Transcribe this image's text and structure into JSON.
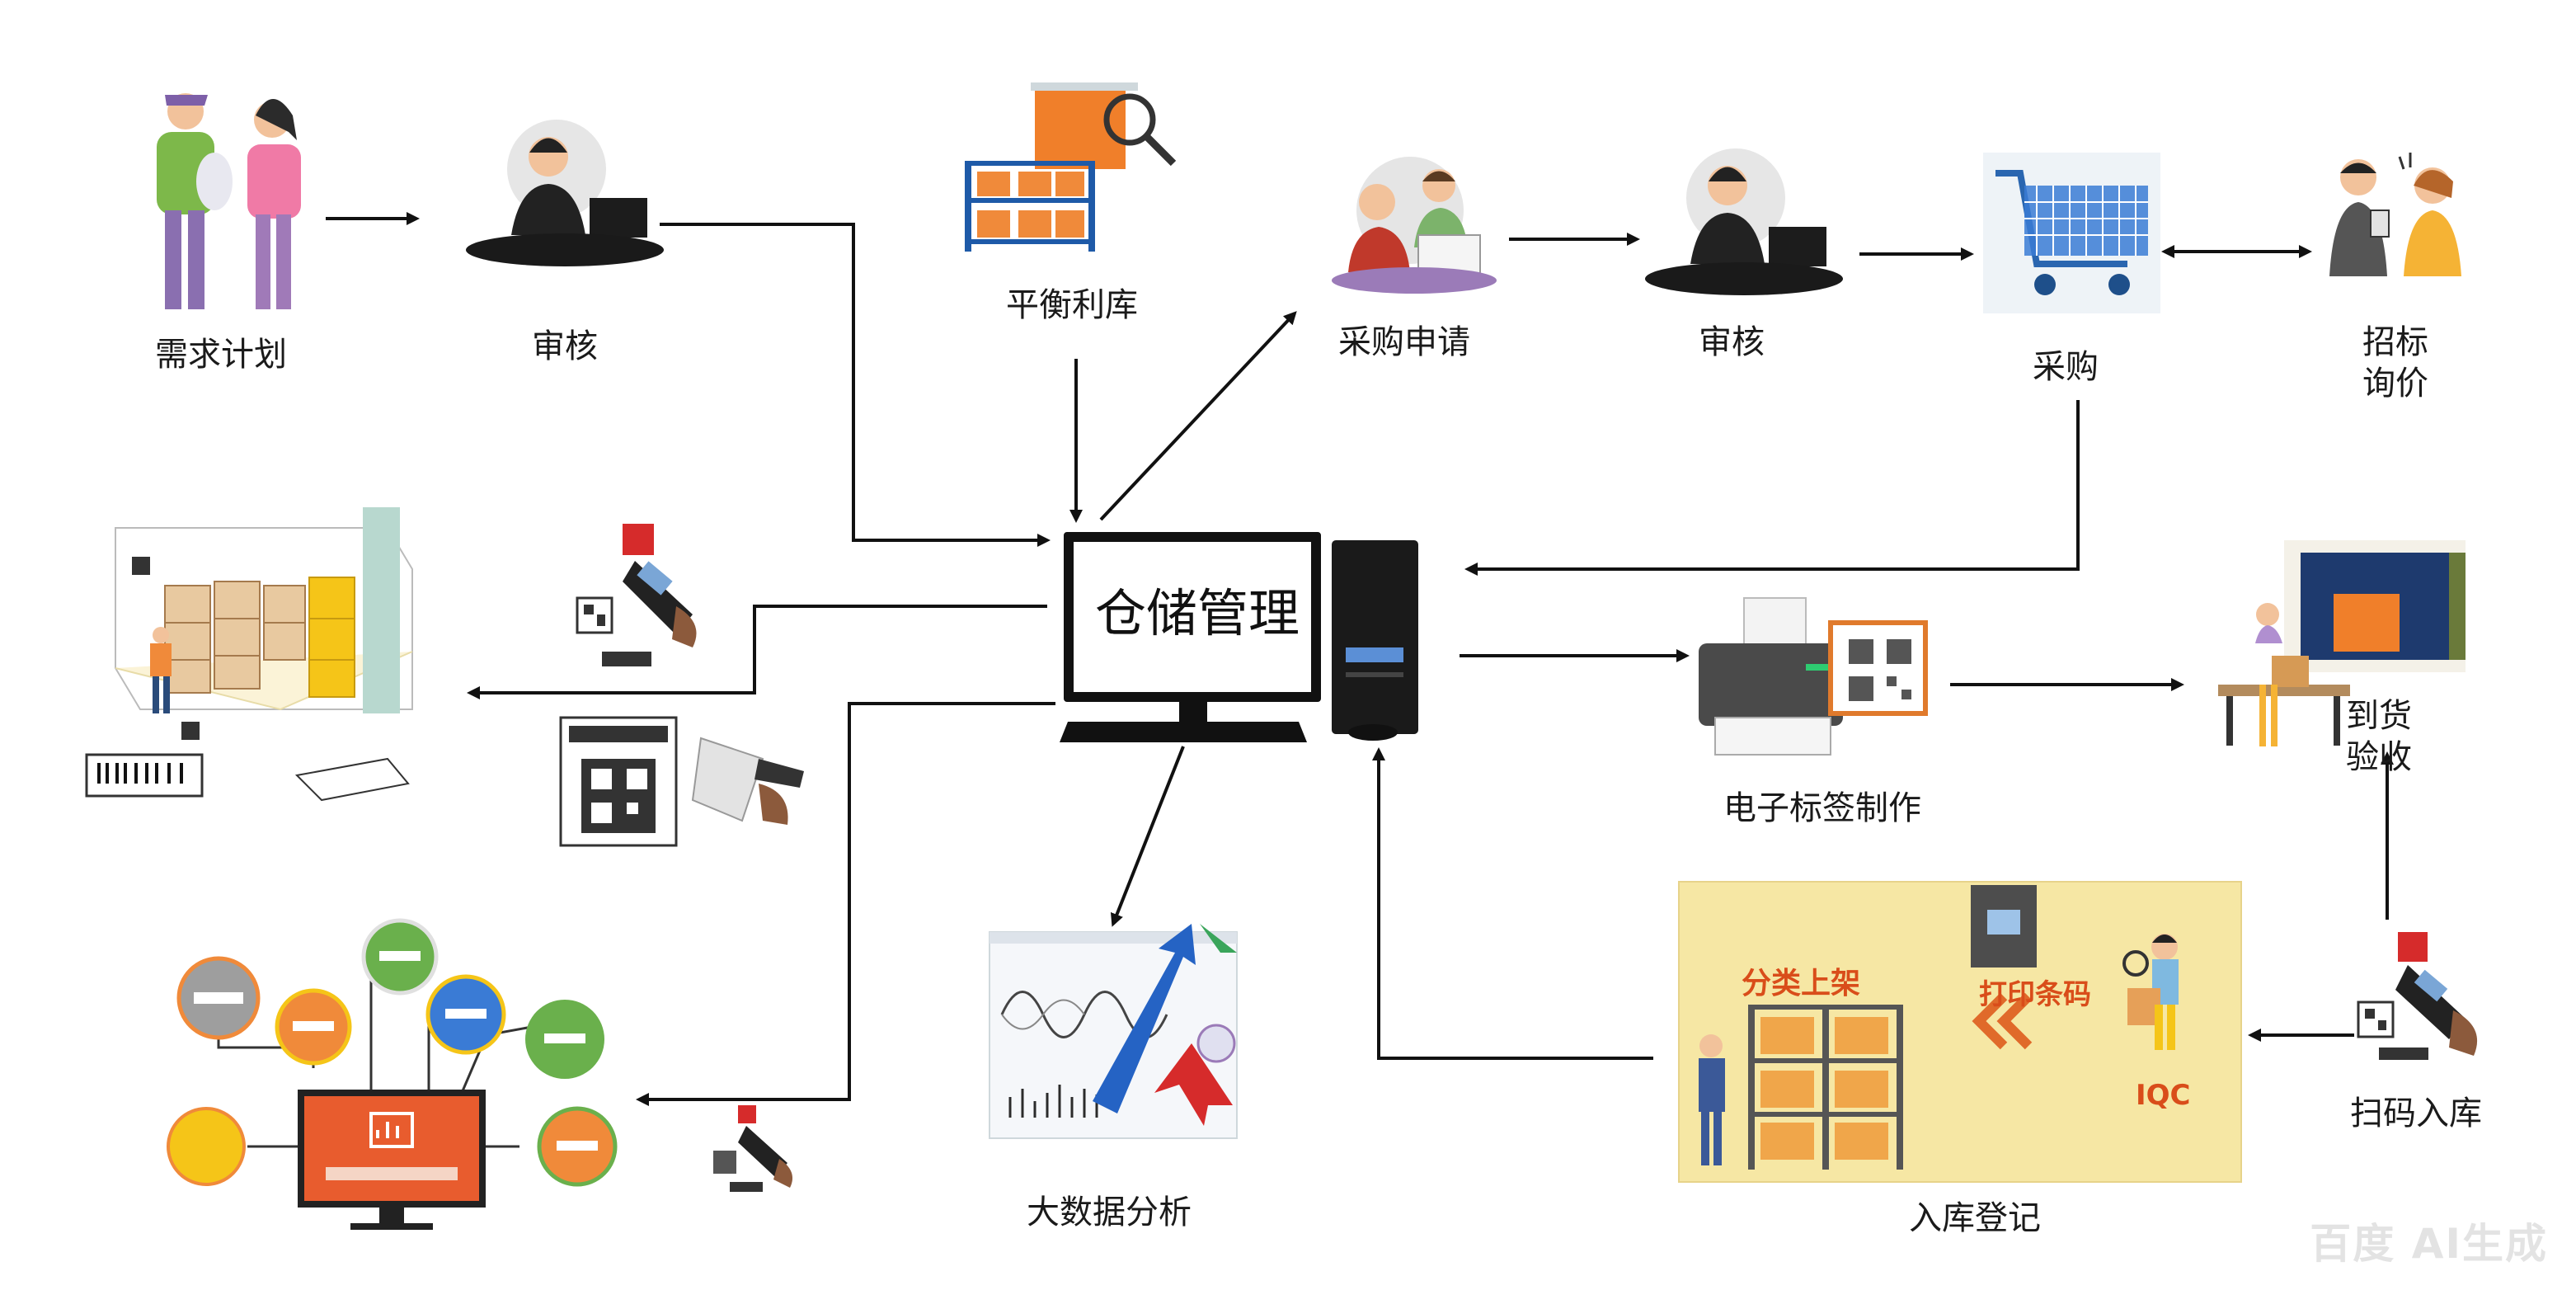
{
  "nodes": {
    "demand_plan": "需求计划",
    "review_1": "审核",
    "balance_stock": "平衡利库",
    "purchase_request": "采购申请",
    "review_2": "审核",
    "purchase": "采购",
    "tender_inquiry": "招标\n询价",
    "warehouse_mgmt": "仓储管理",
    "label_making": "电子标签制作",
    "arrival_check": "到货\n验收",
    "inbound_registration": "入库登记",
    "scan_inbound": "扫码入库",
    "big_data": "大数据分析"
  },
  "panel": {
    "shelving": "分类上架",
    "print_label": "打印条码",
    "iqc": "IQC"
  },
  "watermark": "百度 AI生成",
  "colors": {
    "arrow": "#111111",
    "orange": "#f08a3a",
    "green": "#6ab04c",
    "blue": "#3a7bd5",
    "gray": "#9e9e9e",
    "yellow": "#f5c518",
    "panel": "#f6e7a4"
  },
  "icons": [
    "people-icon",
    "reviewer-icon",
    "shelf-icon",
    "meeting-icon",
    "cart-icon",
    "negotiation-icon",
    "warehouse-icon",
    "scanner-icon",
    "qrcode-icon",
    "computer-icon",
    "printer-icon",
    "receiving-icon",
    "dashboard-icon",
    "chart-icon"
  ]
}
